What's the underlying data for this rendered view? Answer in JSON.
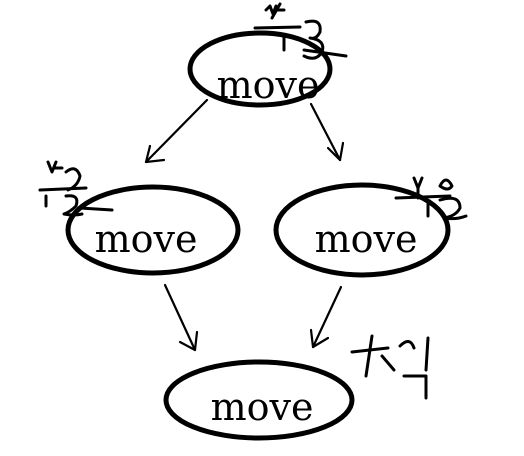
{
  "nodes": [
    {
      "id": "top",
      "label": "move"
    },
    {
      "id": "left",
      "label": "move"
    },
    {
      "id": "right",
      "label": "move"
    },
    {
      "id": "bottom",
      "label": "move"
    }
  ],
  "edges": [
    {
      "from": "top",
      "to": "left"
    },
    {
      "from": "top",
      "to": "right"
    },
    {
      "from": "left",
      "to": "bottom"
    },
    {
      "from": "right",
      "to": "bottom"
    }
  ],
  "colors": {
    "stroke": "#000000",
    "background": "#ffffff"
  }
}
